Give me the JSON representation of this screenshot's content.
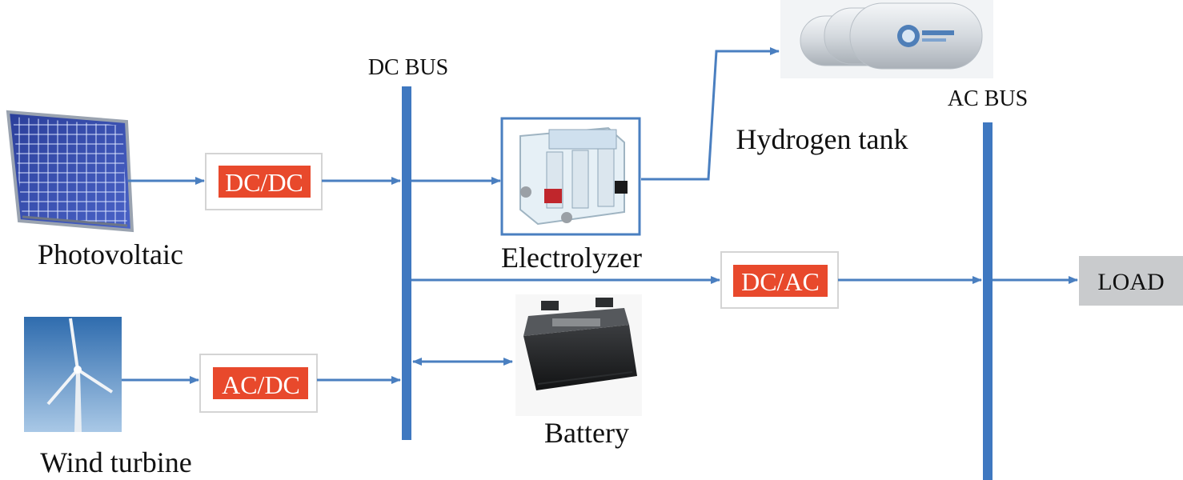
{
  "buses": {
    "dc_label": "DC BUS",
    "ac_label": "AC BUS"
  },
  "sources": {
    "pv_label": "Photovoltaic",
    "wind_label": "Wind turbine"
  },
  "converters": {
    "pv_converter": "DC/DC",
    "wind_converter": "AC/DC",
    "inverter": "DC/AC"
  },
  "storage": {
    "electrolyzer_label": "Electrolyzer",
    "hydrogen_tank_label": "Hydrogen tank",
    "battery_label": "Battery"
  },
  "load": {
    "label": "LOAD"
  },
  "colors": {
    "line": "#4a7fc0",
    "bus": "#3f78c0",
    "converter_fill": "#e8492c",
    "load_fill": "#c9cbcd",
    "frame": "#4a7fc0"
  }
}
